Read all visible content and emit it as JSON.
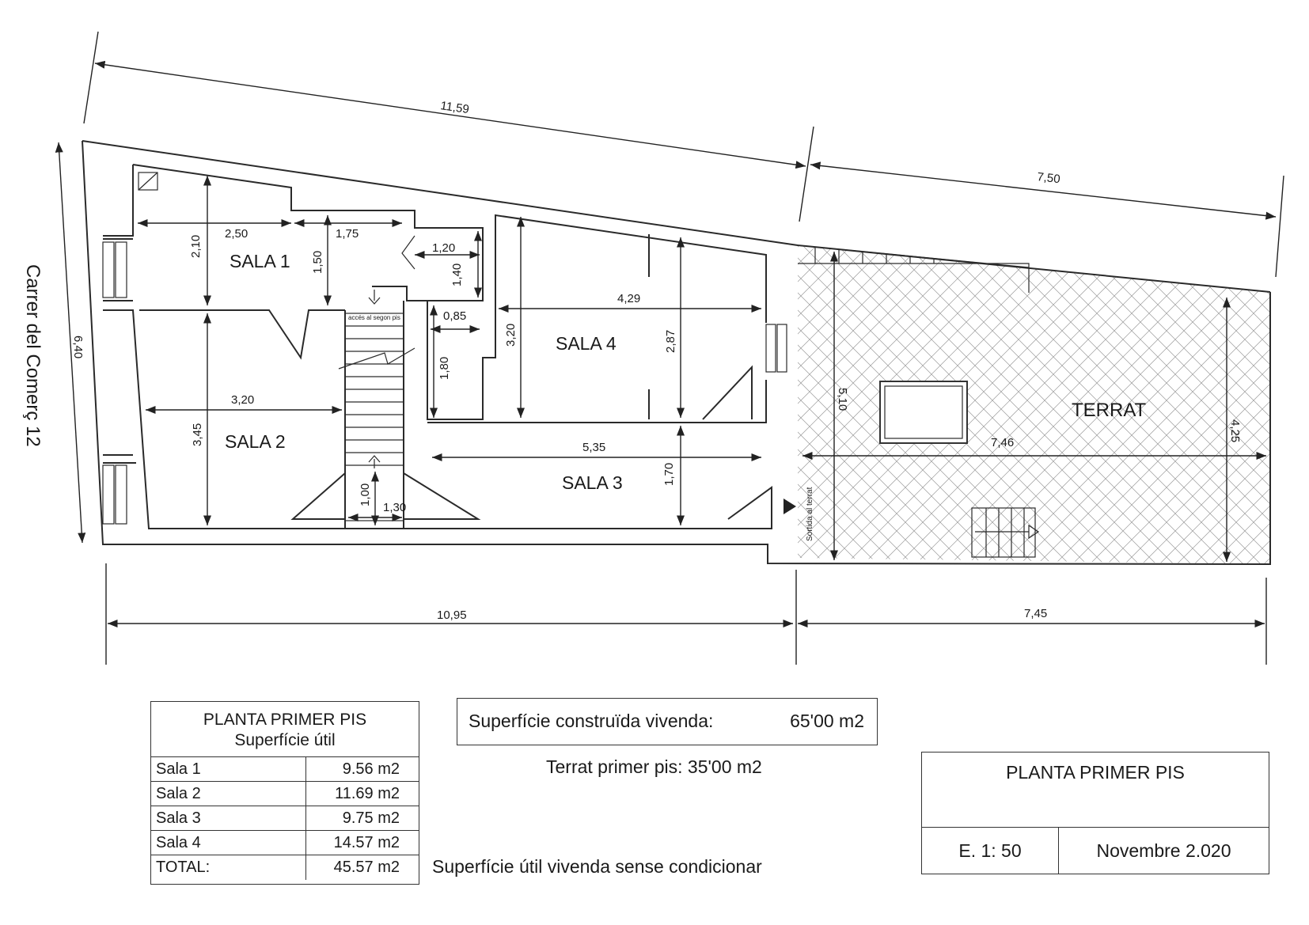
{
  "street": "Carrer del Comerç 12",
  "rooms": {
    "sala1": "SALA 1",
    "sala2": "SALA 2",
    "sala3": "SALA 3",
    "sala4": "SALA 4",
    "terrat": "TERRAT"
  },
  "notes": {
    "stair_access": "accés al segon pis",
    "terrace_exit": "Sortida al terrat"
  },
  "dimensions": {
    "top_main": "11,59",
    "top_terrace": "7,50",
    "bottom_main": "10,95",
    "bottom_terrace": "7,45",
    "left_depth": "6,40",
    "sala1_height": "2,10",
    "sala1_width": "2,50",
    "hall_width": "1,75",
    "hall_height": "1,50",
    "wc_width": "1,20",
    "wc_height": "1,40",
    "closet_width": "0,85",
    "closet_height": "1,80",
    "sala4_depth_left": "3,20",
    "sala4_width": "4,29",
    "sala4_depth_right": "2,87",
    "sala2_width": "3,20",
    "sala2_depth": "3,45",
    "sala3_width": "5,35",
    "sala3_depth": "1,70",
    "landing_depth": "1,00",
    "landing_width": "1,30",
    "terrat_depth_left": "5,10",
    "terrat_width": "7,46",
    "terrat_depth_right": "4,25"
  },
  "surface_table": {
    "title": "PLANTA PRIMER PIS",
    "subtitle": "Superfície útil",
    "rows": [
      {
        "name": "Sala 1",
        "area": "9.56 m2"
      },
      {
        "name": "Sala 2",
        "area": "11.69 m2"
      },
      {
        "name": "Sala 3",
        "area": "9.75 m2"
      },
      {
        "name": "Sala 4",
        "area": "14.57 m2"
      },
      {
        "name": "TOTAL:",
        "area": "45.57 m2"
      }
    ]
  },
  "built_surface": {
    "label": "Superfície construïda vivenda:",
    "value": "65'00 m2"
  },
  "terrace_surface": "Terrat primer pis:  35'00 m2",
  "useful_note": "Superfície útil vivenda sense condicionar",
  "title_block": {
    "title": "PLANTA  PRIMER PIS",
    "scale": "E. 1: 50",
    "date": "Novembre  2.020"
  }
}
